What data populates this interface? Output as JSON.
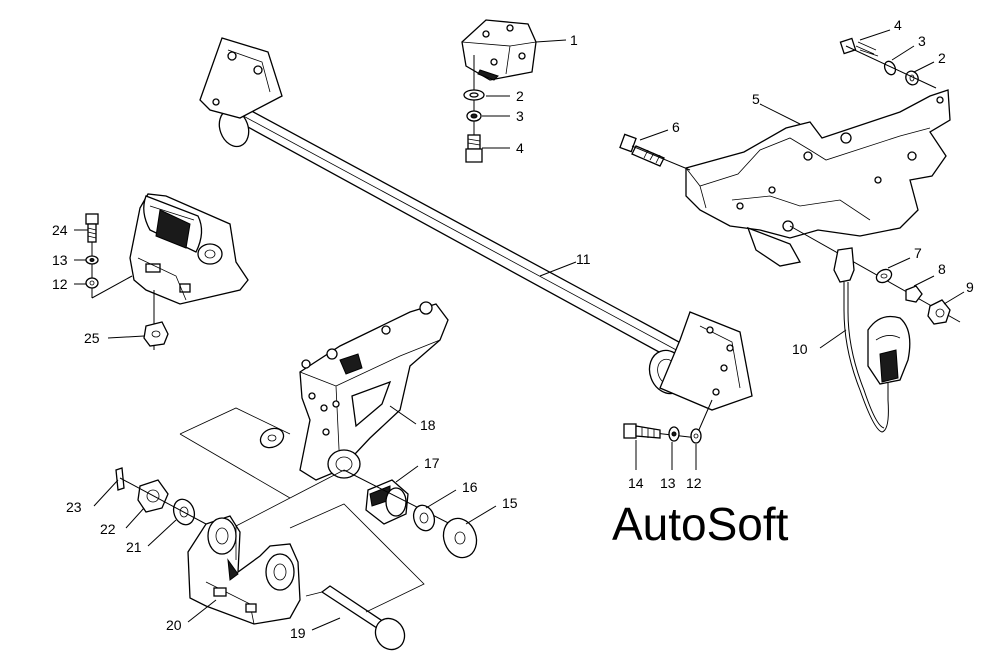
{
  "brand": "AutoSoft",
  "callouts": {
    "c1": "1",
    "c2a": "2",
    "c3a": "3",
    "c4a": "4",
    "c4b": "4",
    "c3b": "3",
    "c2b": "2",
    "c5": "5",
    "c6": "6",
    "c7": "7",
    "c8": "8",
    "c9": "9",
    "c10": "10",
    "c11": "11",
    "c24": "24",
    "c13a": "13",
    "c12a": "12",
    "c25": "25",
    "c18": "18",
    "c17": "17",
    "c16": "16",
    "c15": "15",
    "c14": "14",
    "c13b": "13",
    "c12b": "12",
    "c23": "23",
    "c22": "22",
    "c21": "21",
    "c20": "20",
    "c19": "19"
  }
}
